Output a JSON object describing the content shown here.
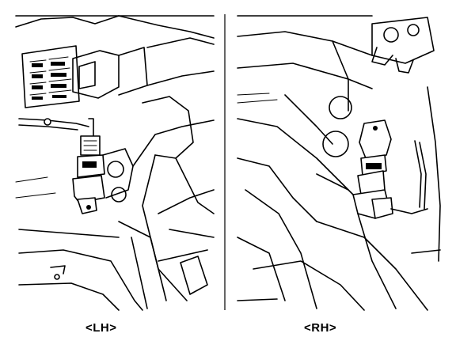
{
  "panels": [
    {
      "id": "left",
      "label": "<LH>"
    },
    {
      "id": "right",
      "label": "<RH>"
    }
  ]
}
